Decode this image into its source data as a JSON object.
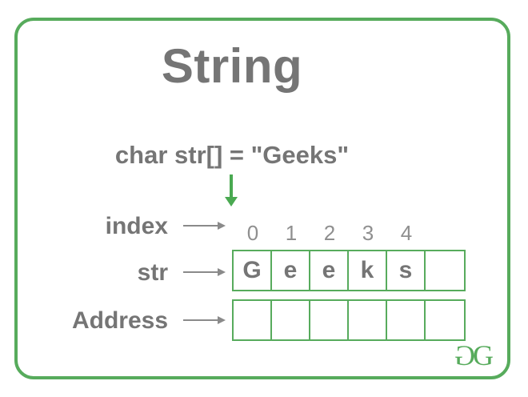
{
  "title": "String",
  "declaration": "char str[] = \"Geeks\"",
  "rows": {
    "index_label": "index",
    "str_label": "str",
    "address_label": "Address"
  },
  "index_numbers": [
    "0",
    "1",
    "2",
    "3",
    "4"
  ],
  "str_cells": [
    "G",
    "e",
    "e",
    "k",
    "s",
    ""
  ],
  "address_cells": [
    "",
    "",
    "",
    "",
    "",
    ""
  ],
  "logo": {
    "left_g": "G",
    "right_g": "G"
  },
  "colors": {
    "green": "#57ab5c",
    "green_arrow": "#4aa951",
    "text_gray": "#757575",
    "muted_gray": "#8f8f8f",
    "arrow_gray": "#8a8a8a"
  }
}
